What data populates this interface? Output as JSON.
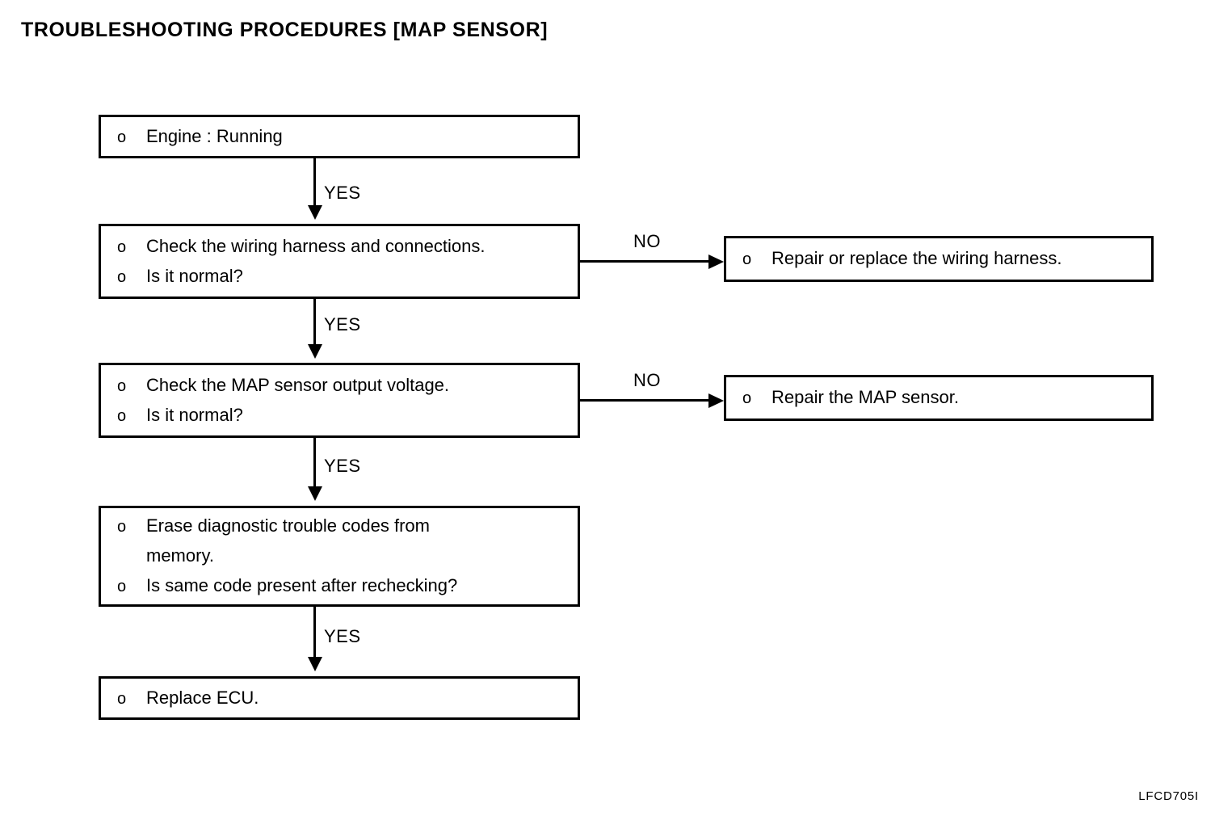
{
  "document": {
    "title": "TROUBLESHOOTING PROCEDURES [MAP SENSOR]",
    "footer_code": "LFCD705I",
    "background_color": "#ffffff",
    "line_color": "#000000",
    "text_color": "#000000"
  },
  "flowchart": {
    "type": "decision-flowchart",
    "bullet_marker": "o",
    "nodes": [
      {
        "id": "engine-running",
        "lines": [
          "Engine : Running"
        ],
        "column": "left"
      },
      {
        "id": "check-wiring-harness",
        "lines": [
          "Check the wiring harness and connections.",
          "Is it normal?"
        ],
        "column": "left"
      },
      {
        "id": "repair-wiring-harness",
        "lines": [
          "Repair or replace the wiring harness."
        ],
        "column": "right"
      },
      {
        "id": "check-map-sensor-voltage",
        "lines": [
          "Check the MAP sensor output voltage.",
          "Is it normal?"
        ],
        "column": "left"
      },
      {
        "id": "repair-map-sensor",
        "lines": [
          "Repair the MAP sensor."
        ],
        "column": "right"
      },
      {
        "id": "erase-dtc",
        "lines": [
          "Erase diagnostic trouble codes from",
          "memory.",
          "Is same code present after rechecking?"
        ],
        "column": "left"
      },
      {
        "id": "replace-ecu",
        "lines": [
          "Replace ECU."
        ],
        "column": "left"
      }
    ],
    "edges": [
      {
        "id": "engine-to-wiring",
        "label": "YES",
        "direction": "down"
      },
      {
        "id": "wiring-to-repair-harness",
        "label": "NO",
        "direction": "right"
      },
      {
        "id": "wiring-to-voltage",
        "label": "YES",
        "direction": "down"
      },
      {
        "id": "voltage-to-repair-sensor",
        "label": "NO",
        "direction": "right"
      },
      {
        "id": "voltage-to-erase",
        "label": "YES",
        "direction": "down"
      },
      {
        "id": "erase-to-ecu",
        "label": "YES",
        "direction": "down"
      }
    ]
  }
}
